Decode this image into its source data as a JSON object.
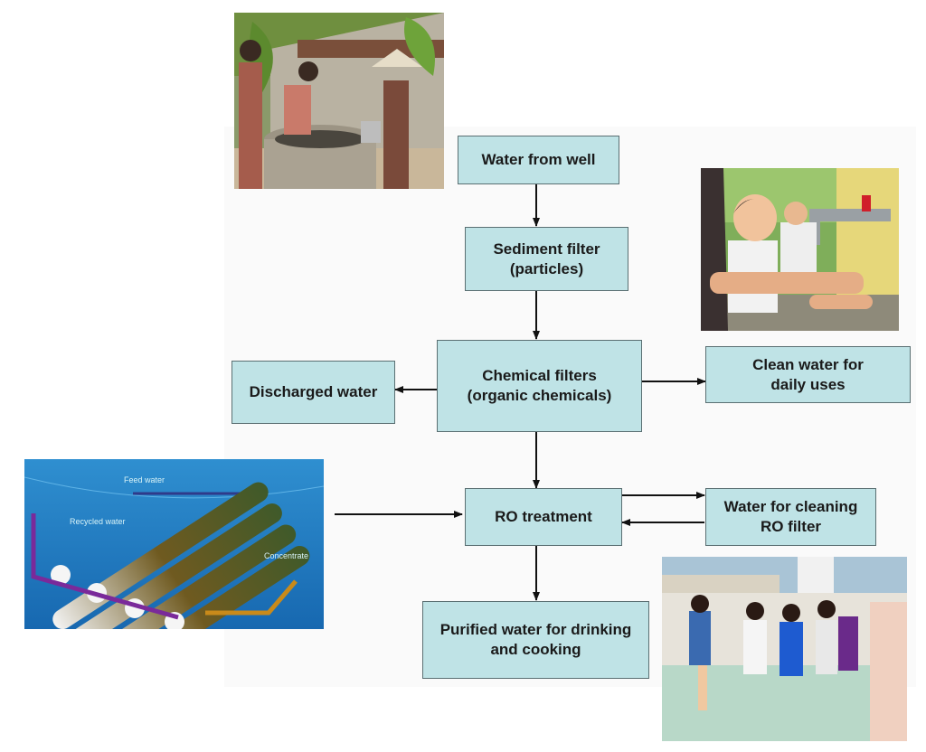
{
  "nodes": {
    "well": "Water from well",
    "sediment": "Sediment filter\n(particles)",
    "chemical": "Chemical filters\n(organic chemicals)",
    "discharged": "Discharged water",
    "clean": "Clean water for\ndaily uses",
    "ro": "RO treatment",
    "cleaning": "Water for cleaning\nRO filter",
    "purified": "Purified water for drinking\nand cooking"
  },
  "ro_illustration": {
    "feed": "Feed water",
    "recycled": "Recycled water",
    "concentrate": "Concentrate"
  },
  "colors": {
    "box_fill": "#bfe3e6",
    "box_border": "#5a6f72",
    "arrow": "#111111",
    "ro_background": "#1e7fc4"
  }
}
